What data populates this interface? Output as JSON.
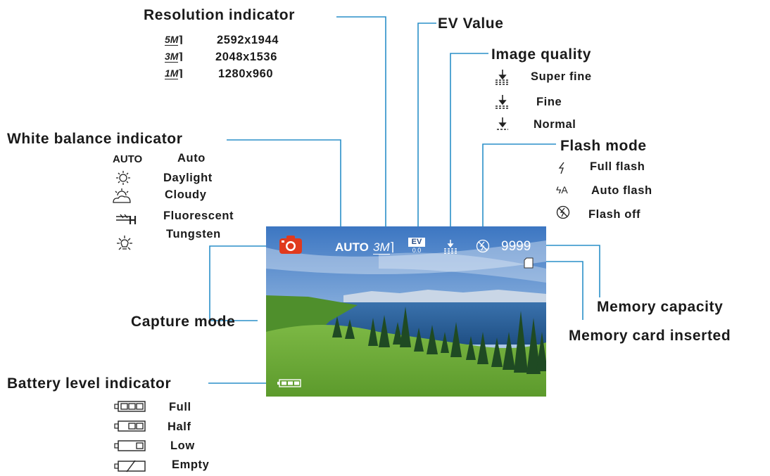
{
  "labels": {
    "resolution": "Resolution indicator",
    "ev": "EV Value",
    "quality": "Image quality",
    "white_balance": "White balance indicator",
    "flash": "Flash mode",
    "capture": "Capture mode",
    "memory_capacity": "Memory capacity",
    "memory_card": "Memory card inserted",
    "battery": "Battery level indicator"
  },
  "resolution_items": [
    {
      "icon": "5M",
      "value": "2592x1944"
    },
    {
      "icon": "3M",
      "value": "2048x1536"
    },
    {
      "icon": "1M",
      "value": "1280x960"
    }
  ],
  "quality_items": [
    "Super fine",
    "Fine",
    "Normal"
  ],
  "white_balance_items": [
    {
      "icon": "AUTO",
      "label": "Auto"
    },
    {
      "icon": "sun-icon",
      "label": "Daylight"
    },
    {
      "icon": "cloud-icon",
      "label": "Cloudy"
    },
    {
      "icon": "fluorescent-icon",
      "label": "Fluorescent"
    },
    {
      "icon": "tungsten-icon",
      "label": "Tungsten"
    }
  ],
  "flash_items": [
    {
      "icon": "flash-icon",
      "label": "Full flash"
    },
    {
      "icon": "flash-auto-icon",
      "icon_text": "ϟA",
      "label": "Auto flash"
    },
    {
      "icon": "flash-off-icon",
      "label": "Flash off"
    }
  ],
  "battery_items": [
    "Full",
    "Half",
    "Low",
    "Empty"
  ],
  "lcd": {
    "wb": "AUTO",
    "res": "3M",
    "ev_label": "EV",
    "ev_value": "0.0",
    "count": "9999"
  },
  "colors": {
    "leader_line": "#2a8fc8",
    "capture_icon": "#e03a1e",
    "sky_top": "#3e7ec8",
    "lake": "#2a5f9a",
    "grass": "#6fae3a"
  }
}
